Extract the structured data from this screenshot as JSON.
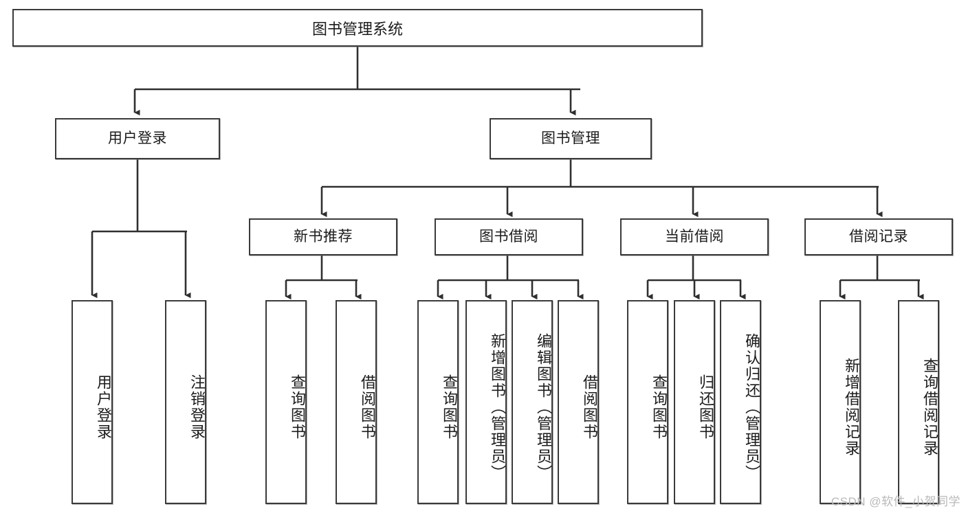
{
  "diagram": {
    "title": "图书管理系统",
    "type": "tree",
    "watermark": "CSDN @软件_小贺同学",
    "style": {
      "stroke": "#3a3a3a",
      "fill": "#ffffff",
      "text": "#1b1b1b",
      "watermark_color": "#b9b9b9"
    },
    "root": {
      "label": "图书管理系统"
    },
    "level1": [
      {
        "label": "用户登录"
      },
      {
        "label": "图书管理"
      }
    ],
    "level2": [
      {
        "label": "新书推荐"
      },
      {
        "label": "图书借阅"
      },
      {
        "label": "当前借阅"
      },
      {
        "label": "借阅记录"
      }
    ],
    "leaves": {
      "user_login": [
        {
          "label": "用户登录"
        },
        {
          "label": "注销登录"
        }
      ],
      "new_book_recommend": [
        {
          "label": "查询图书"
        },
        {
          "label": "借阅图书"
        }
      ],
      "book_borrow": [
        {
          "label": "查询图书"
        },
        {
          "label": "新增图书（管理员）"
        },
        {
          "label": "编辑图书（管理员）"
        },
        {
          "label": "借阅图书"
        }
      ],
      "current_borrow": [
        {
          "label": "查询图书"
        },
        {
          "label": "归还图书"
        },
        {
          "label": "确认归还（管理员）"
        }
      ],
      "borrow_record": [
        {
          "label": "新增借阅记录"
        },
        {
          "label": "查询借阅记录"
        }
      ]
    }
  }
}
